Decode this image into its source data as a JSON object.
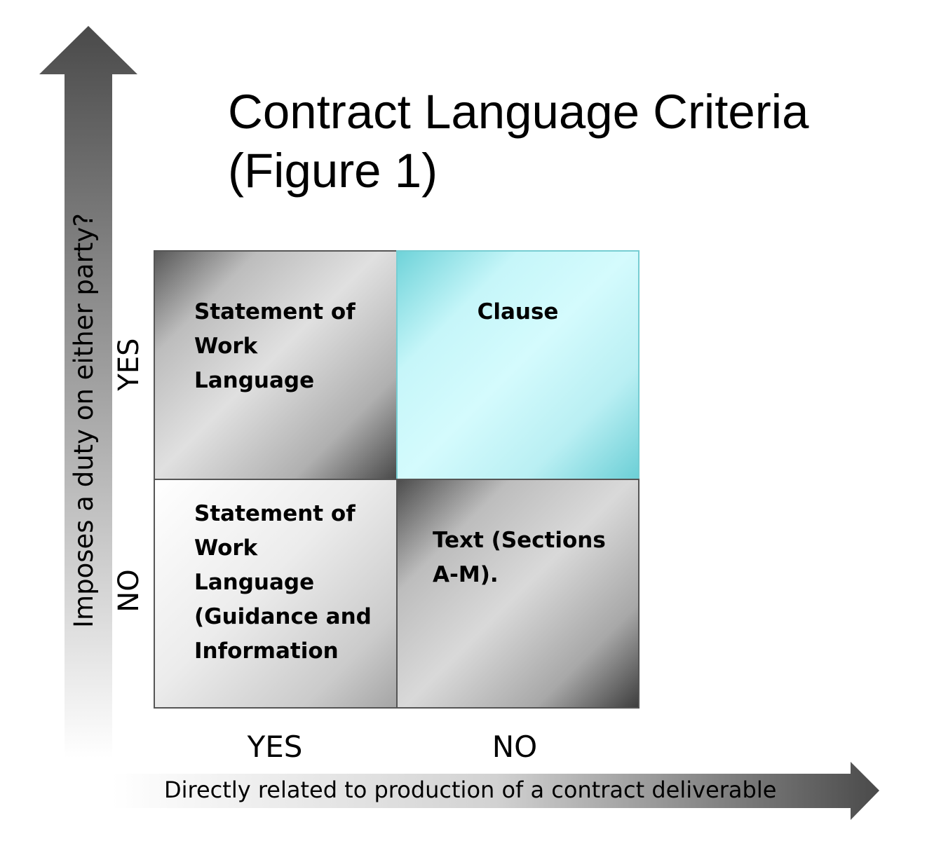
{
  "title": {
    "line1": "Contract Language Criteria",
    "line2": "(Figure 1)"
  },
  "y_axis": {
    "label": "Imposes a duty on either party?",
    "ticks": [
      "YES",
      "NO"
    ]
  },
  "x_axis": {
    "label": "Directly related to production of a contract deliverable",
    "ticks": [
      "YES",
      "NO"
    ]
  },
  "cells": {
    "top_left": "Statement of Work Language",
    "top_right": "Clause",
    "bottom_left": "Statement of Work Language (Guidance and Information",
    "bottom_right": "Text (Sections A-M)."
  },
  "colors": {
    "arrow_dark": "#5a5a5a",
    "highlight_cell": "#c6f6f9"
  }
}
